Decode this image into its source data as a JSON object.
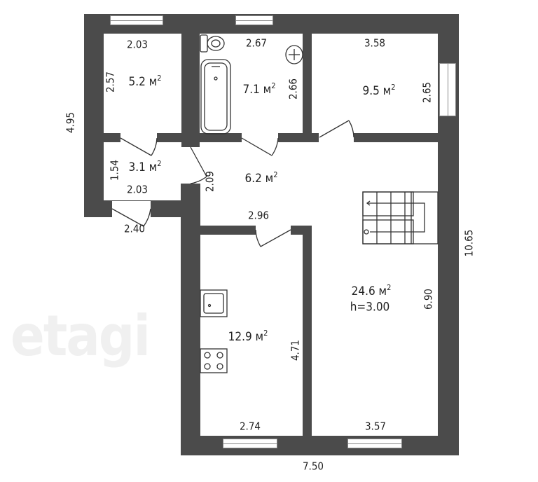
{
  "watermark": "etagi",
  "overall": {
    "width": "7.50",
    "depth": "10.65",
    "left_section": "4.95",
    "entrance": "2.40"
  },
  "rooms": [
    {
      "id": "room-1",
      "area": "5.2 м",
      "width": "2.03",
      "height": "2.57"
    },
    {
      "id": "bathroom",
      "area": "7.1 м",
      "width": "2.67",
      "height": "2.66"
    },
    {
      "id": "bedroom",
      "area": "9.5 м",
      "width": "3.58",
      "height": "2.65"
    },
    {
      "id": "vestibule",
      "area": "3.1 м",
      "width": "2.03",
      "height": "1.54"
    },
    {
      "id": "hall",
      "area": "6.2 м",
      "width": "2.96",
      "height": "2.09"
    },
    {
      "id": "kitchen",
      "area": "12.9 м",
      "width": "2.74",
      "height": "4.71"
    },
    {
      "id": "living-room",
      "area": "24.6 м",
      "ceiling": "h=3.00",
      "width": "3.57",
      "height": "6.90"
    }
  ],
  "sq": "2"
}
